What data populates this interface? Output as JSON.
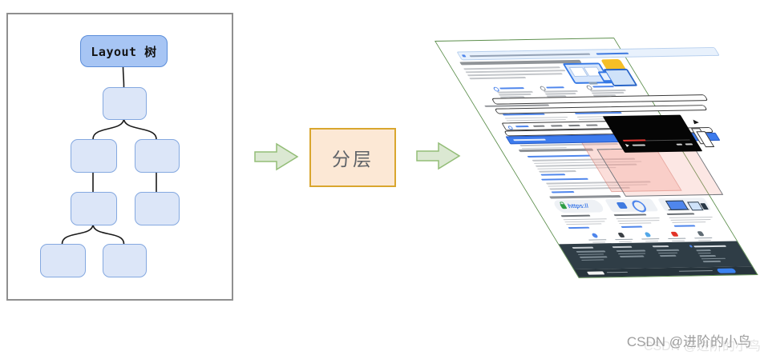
{
  "diagram": {
    "tree_panel": {
      "title": "Layout 树",
      "node_count": 7,
      "root_fill": "#a7c5f4",
      "node_fill": "#dce6f8",
      "node_border": "#84a8e0"
    },
    "process_label": "分层",
    "arrows": {
      "icon": "thick-right-arrow",
      "fill": "#dbe8d2",
      "stroke": "#93bd77"
    },
    "process_box_colors": {
      "fill": "#fce8d5",
      "border": "#d9a62e"
    }
  },
  "page_preview": {
    "https_card_label": "https://",
    "colors": {
      "page_border_green": "#5d8f4d",
      "banner_blue": "#e8f1fc",
      "accent_blue": "#4f86ec",
      "highlight_layer_blue": "#3d7bed",
      "video_layer_black": "#050505",
      "video_progress_red": "#e53935",
      "pink_overlay": "#f4a498",
      "illustration_yellow": "#f6bf26",
      "footer_dark": "#2f3d46",
      "footer_bar_dark": "#27343c",
      "lock_green": "#2e9e44",
      "youtube_red": "#e23327"
    }
  },
  "watermark": {
    "text": "CSDN @进阶的小鸟",
    "ghost_text": "CSDN @进阶的小鸟"
  }
}
